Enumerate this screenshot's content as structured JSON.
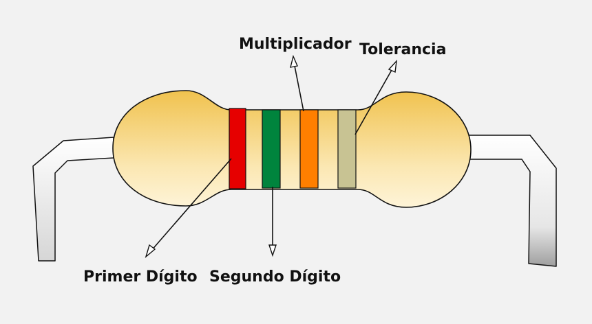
{
  "labels": {
    "multiplier": "Multiplicador",
    "tolerance": "Tolerancia",
    "first_digit": "Primer Dígito",
    "second_digit": "Segundo Dígito"
  },
  "bands": [
    {
      "name": "first-digit-band",
      "color": "#e60000"
    },
    {
      "name": "second-digit-band",
      "color": "#00843d"
    },
    {
      "name": "multiplier-band",
      "color": "#ff7f00"
    },
    {
      "name": "tolerance-band",
      "color": "#c8c393"
    }
  ],
  "colors": {
    "background": "#f2f2f2",
    "body_light": "#fbe7b2",
    "body_dark": "#f0c24e",
    "lead_light": "#ffffff",
    "lead_dark": "#c9c9c9",
    "outline": "#111111"
  }
}
